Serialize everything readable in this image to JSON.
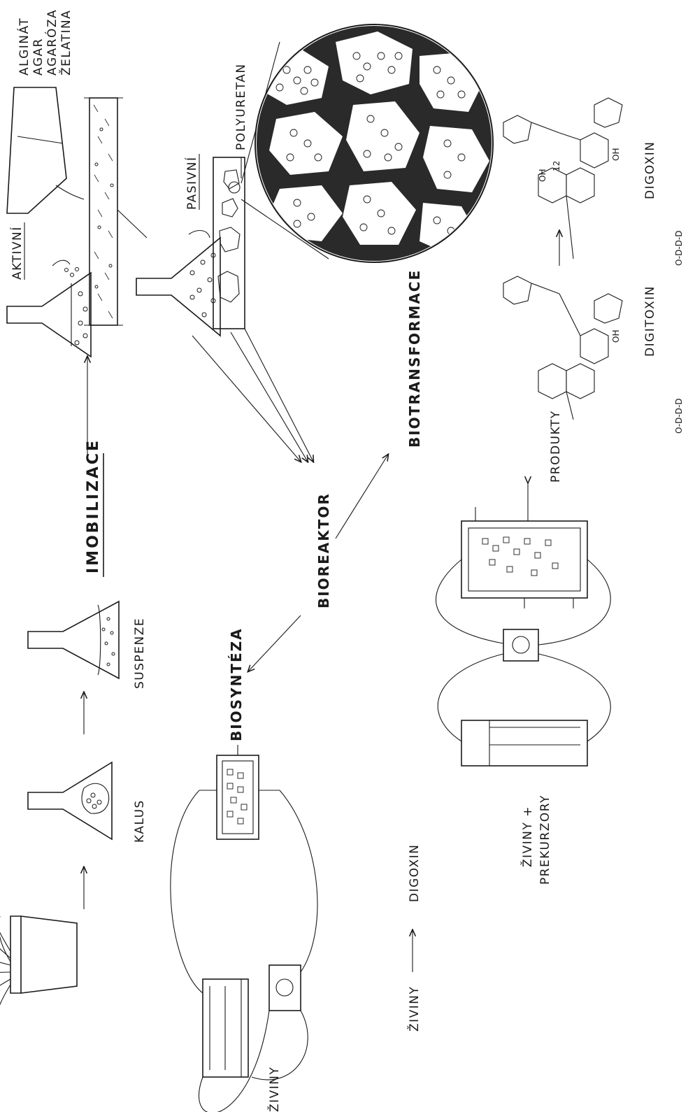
{
  "figure": {
    "labels": {
      "alginat": "ALGINÁT",
      "agar": "AGAR",
      "agaroza": "AGARÓZA",
      "zelatina": "ŽELATINA",
      "aktivni": "AKTIVNÍ",
      "pasivni": "PASIVNÍ",
      "polyuretan": "POLYURETAN",
      "imobilizace": "IMOBILIZACE",
      "suspenze": "SUSPENZE",
      "kalus": "KALUS",
      "bioreaktor": "BIOREAKTOR",
      "biosynteza": "BIOSYNTÉZA",
      "biotransformace": "BIOTRANSFORMACE",
      "produkty": "PRODUKTY",
      "digoxin_product": "DIGOXIN",
      "ziviny_left": "ŽIVINY",
      "ziviny_mid": "ŽIVINY",
      "ziviny_plus": "ŽIVINY +",
      "prekurzory": "PREKURZORY",
      "digoxin_structure": "DIGOXIN",
      "digitoxin_structure": "DIGITOXIN",
      "oh": "OH",
      "c12": "12",
      "sugar_chain": "O-D-D-D"
    }
  }
}
